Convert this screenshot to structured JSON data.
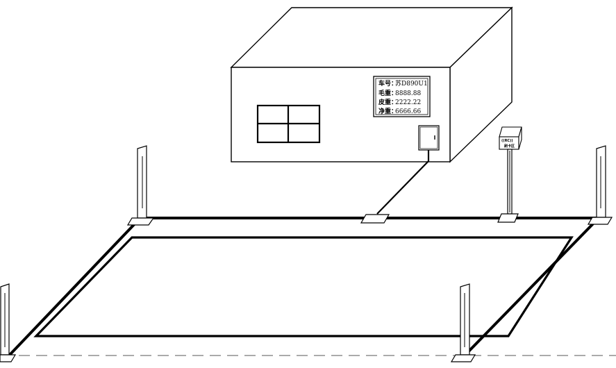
{
  "display": {
    "rows": [
      {
        "label": "车号：",
        "value": "苏D890U1"
      },
      {
        "label": "毛重：",
        "value": "8888.88"
      },
      {
        "label": "皮重：",
        "value": "2222.22"
      },
      {
        "label": "净重：",
        "value": "6666.66"
      }
    ]
  },
  "reader": {
    "rfid_symbol": "((RC))",
    "label": "刷卡区"
  }
}
